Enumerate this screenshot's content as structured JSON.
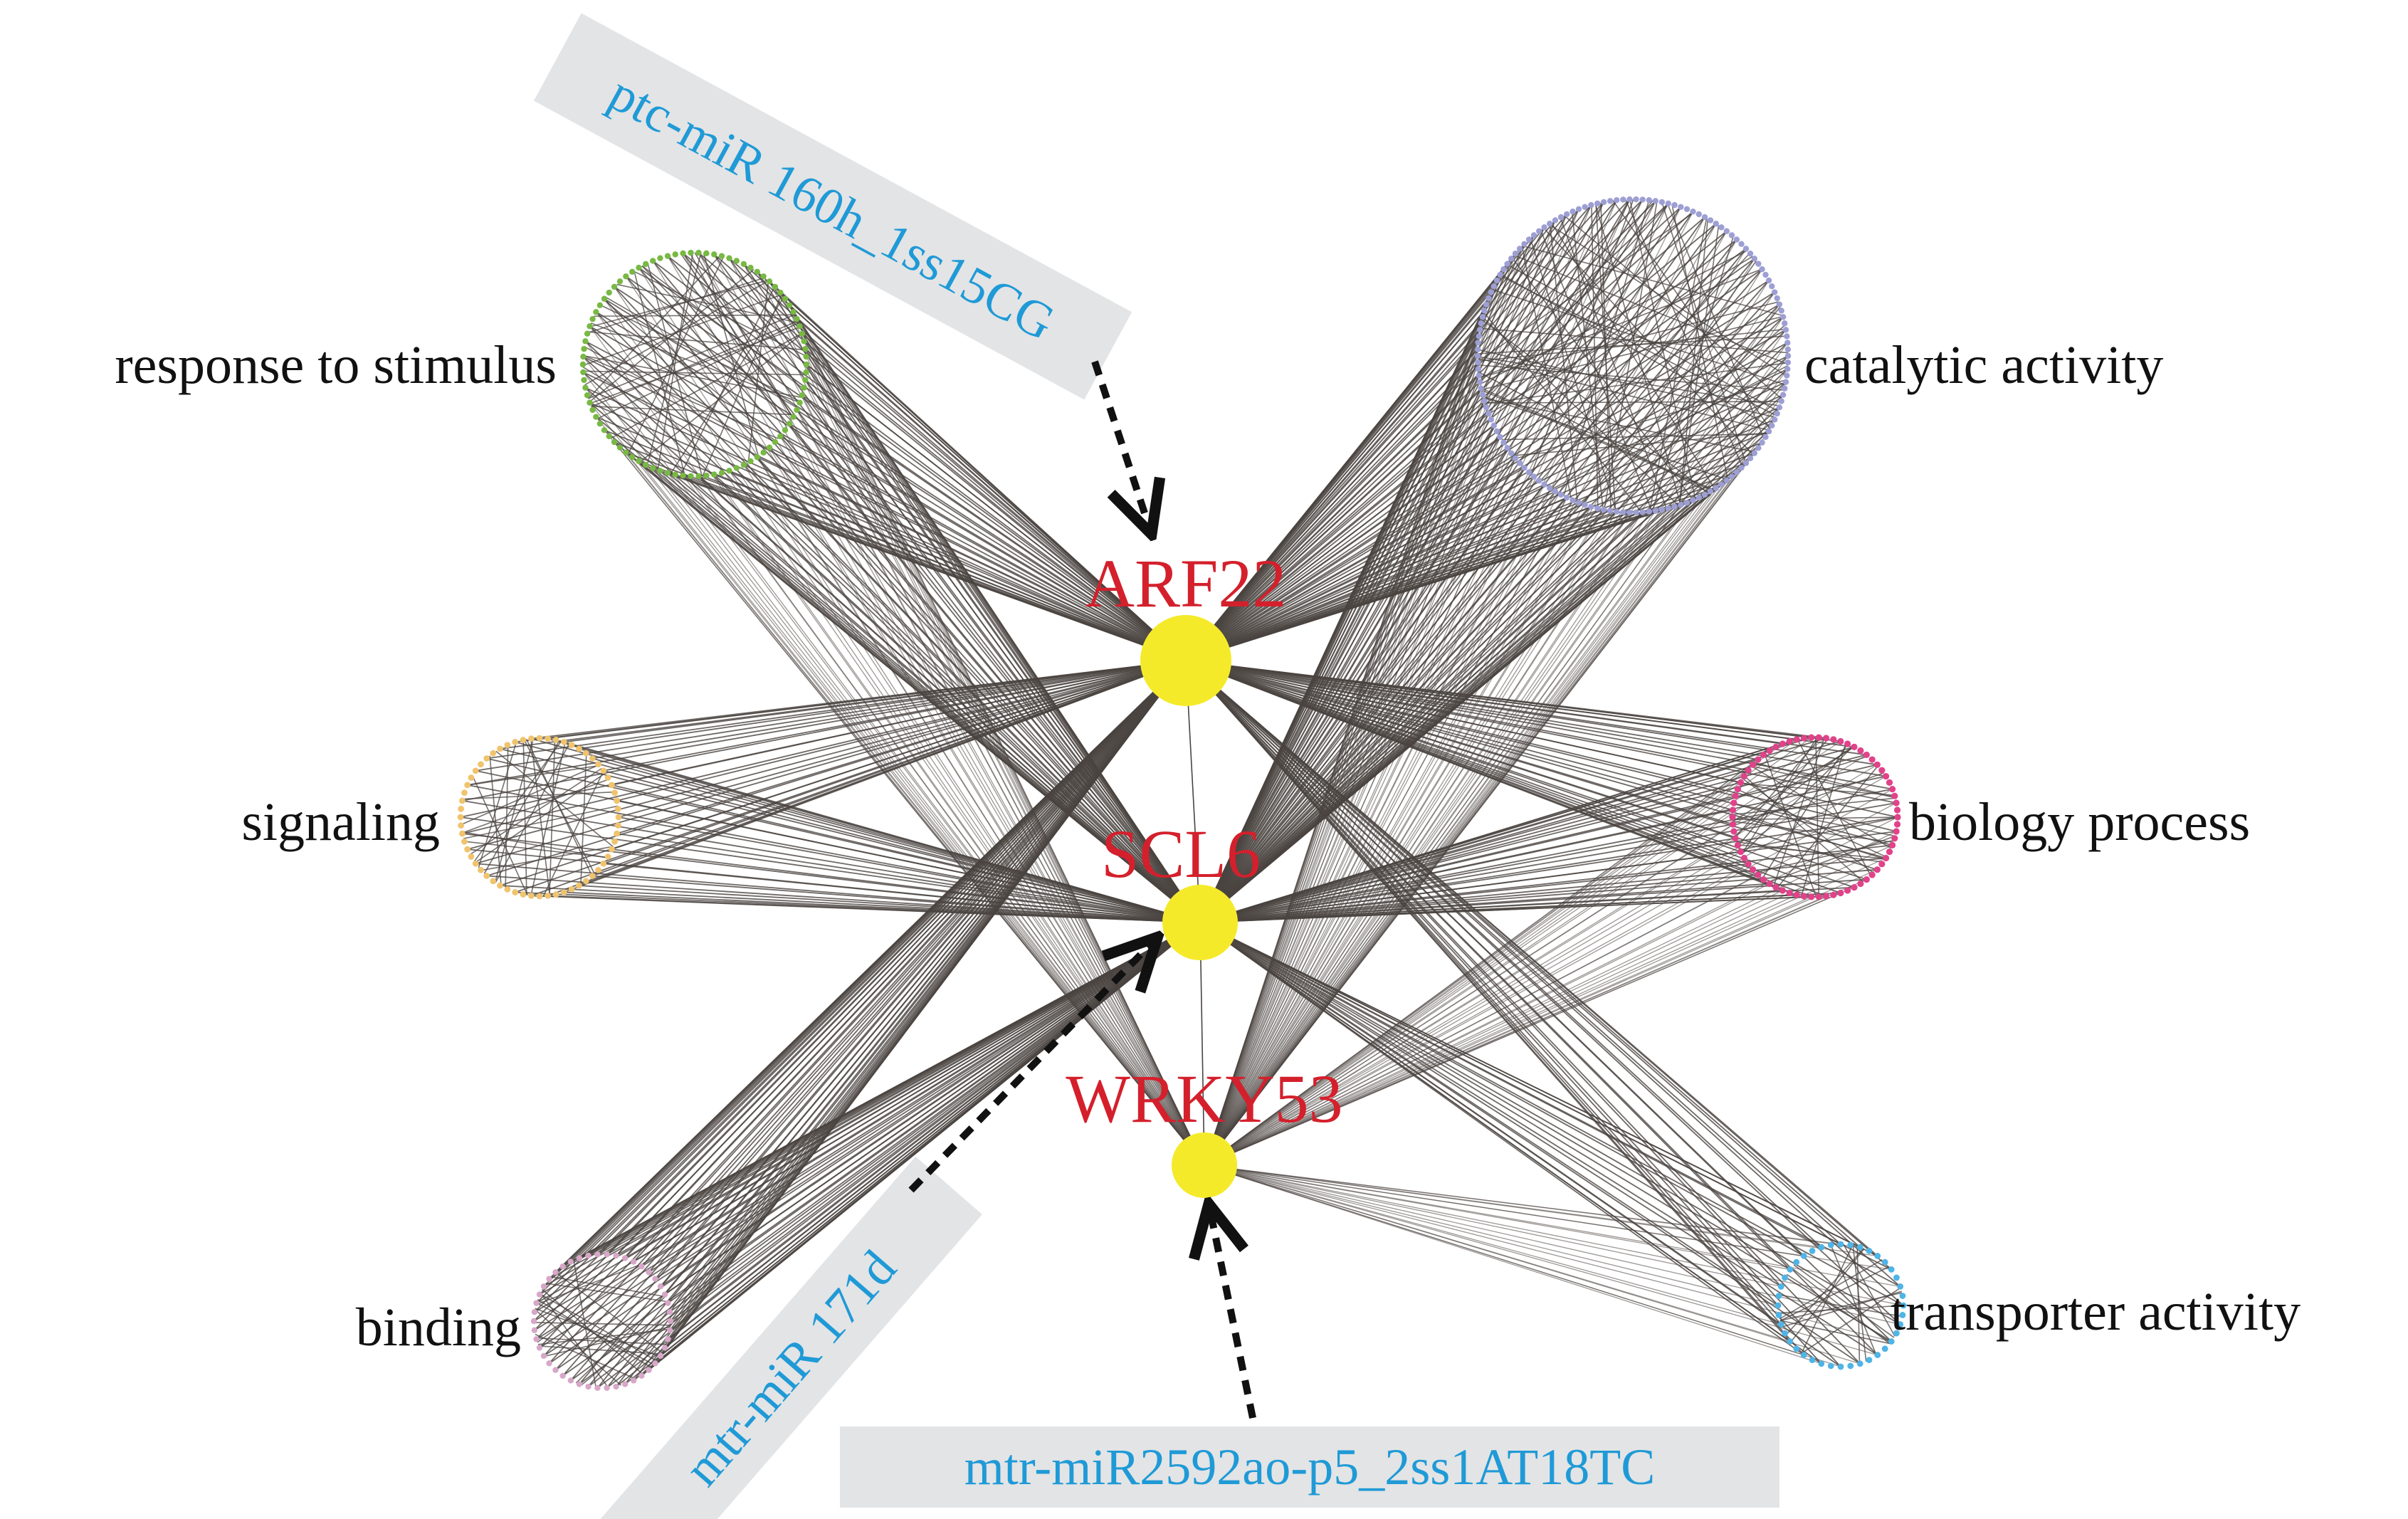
{
  "colors": {
    "hub_fill": "#f5ea2a",
    "hub_text": "#d4202c",
    "mirna_text": "#1f9ad6",
    "mirna_box": "#e3e4e6",
    "edge": "#4a4440",
    "category_text": "#111111"
  },
  "hubs": [
    {
      "id": "arf22",
      "label": "ARF22"
    },
    {
      "id": "scl6",
      "label": "SCL6"
    },
    {
      "id": "wrky53",
      "label": "WRKY53"
    }
  ],
  "categories": [
    {
      "id": "response",
      "label": "response to stimulus",
      "color": "#78b943"
    },
    {
      "id": "catalytic",
      "label": "catalytic activity",
      "color": "#9d9fd4"
    },
    {
      "id": "signaling",
      "label": "signaling",
      "color": "#f0c46e"
    },
    {
      "id": "biology",
      "label": "biology process",
      "color": "#e1428a"
    },
    {
      "id": "binding",
      "label": "binding",
      "color": "#d7a7c8"
    },
    {
      "id": "transporter",
      "label": "transporter activity",
      "color": "#4fb4e6"
    }
  ],
  "mirnas": [
    {
      "id": "mir160",
      "label": "ptc-miR 160h_1ss15CG",
      "target": "ARF22"
    },
    {
      "id": "mir171",
      "label": "mtr-miR 171d",
      "target": "SCL6"
    },
    {
      "id": "mir2592",
      "label": "mtr-miR2592ao-p5_2ss1AT18TC",
      "target": "WRKY53"
    }
  ]
}
